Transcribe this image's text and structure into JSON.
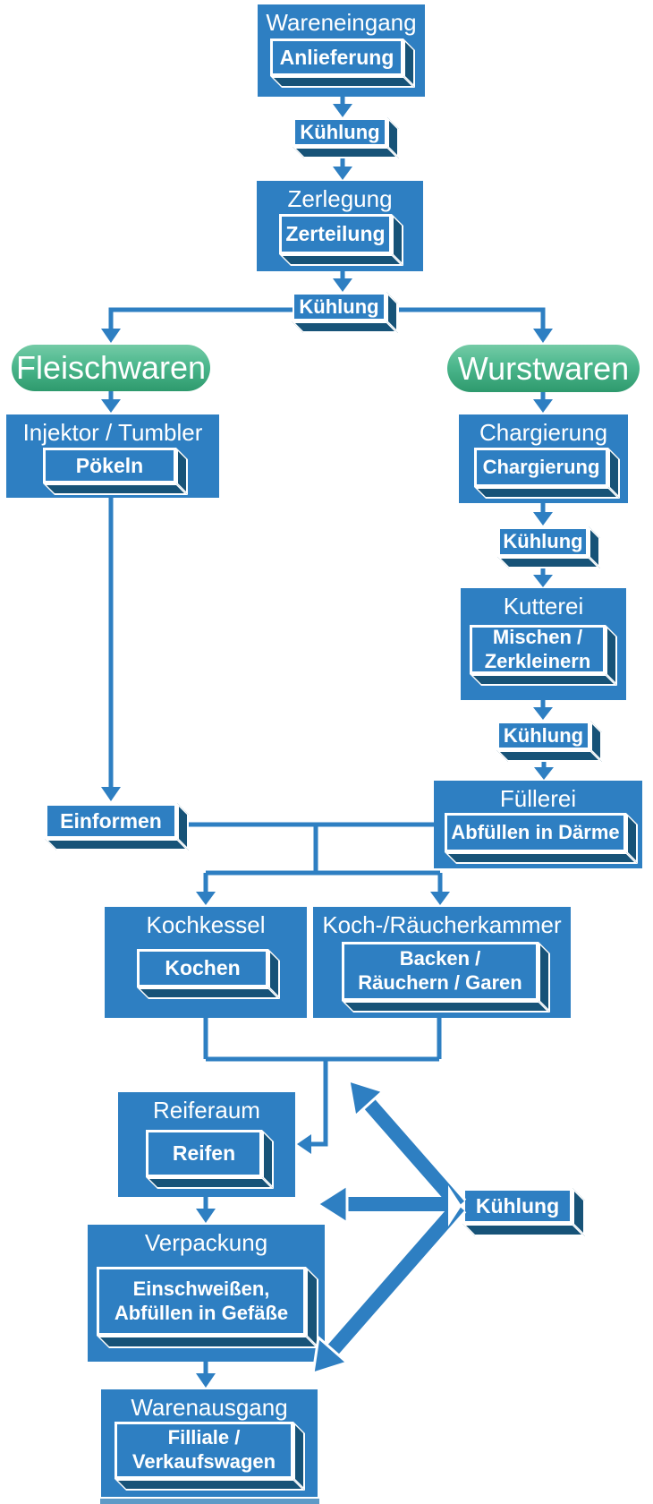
{
  "colors": {
    "box_blue": "#2e7fc2",
    "bevel_dark_blue": "#175378",
    "pill_green_top": "#74cba6",
    "pill_green_bottom": "#2e9a6d",
    "text": "#ffffff",
    "background": "#ffffff"
  },
  "nodes": {
    "wareneingang": {
      "title": "Wareneingang",
      "sub": "Anlieferung"
    },
    "kuehlung_1": {
      "label": "Kühlung"
    },
    "zerlegung": {
      "title": "Zerlegung",
      "sub": "Zerteilung"
    },
    "kuehlung_2": {
      "label": "Kühlung"
    },
    "fleischwaren": {
      "label": "Fleischwaren"
    },
    "wurstwaren": {
      "label": "Wurstwaren"
    },
    "injektor_tumbler": {
      "title": "Injektor / Tumbler",
      "sub": "Pökeln"
    },
    "chargierung": {
      "title": "Chargierung",
      "sub": "Chargierung"
    },
    "kuehlung_3": {
      "label": "Kühlung"
    },
    "kutterei": {
      "title": "Kutterei",
      "sub_line1": "Mischen /",
      "sub_line2": "Zerkleinern"
    },
    "kuehlung_4": {
      "label": "Kühlung"
    },
    "fuellerei": {
      "title": "Füllerei",
      "sub": "Abfüllen in Därme"
    },
    "einformen": {
      "label": "Einformen"
    },
    "kochkessel": {
      "title": "Kochkessel",
      "sub": "Kochen"
    },
    "koch_raeucherkammer": {
      "title": "Koch-/Räucherkammer",
      "sub_line1": "Backen /",
      "sub_line2": "Räuchern / Garen"
    },
    "reiferaum": {
      "title": "Reiferaum",
      "sub": "Reifen"
    },
    "kuehlung_5": {
      "label": "Kühlung"
    },
    "verpackung": {
      "title": "Verpackung",
      "sub_line1": "Einschweißen,",
      "sub_line2": "Abfüllen in Gefäße"
    },
    "warenausgang": {
      "title": "Warenausgang",
      "sub_line1": "Filliale /",
      "sub_line2": "Verkaufswagen"
    }
  },
  "edges": [
    "Wareneingang → Kühlung",
    "Kühlung → Zerlegung",
    "Zerlegung → Kühlung",
    "Kühlung → Fleischwaren",
    "Kühlung → Wurstwaren",
    "Fleischwaren → Injektor / Tumbler",
    "Wurstwaren → Chargierung",
    "Injektor / Tumbler → Einformen",
    "Chargierung → Kühlung",
    "Kühlung → Kutterei",
    "Kutterei → Kühlung",
    "Kühlung → Füllerei",
    "Einformen/Füllerei → Kochkessel",
    "Einformen/Füllerei → Koch-/Räucherkammer",
    "Kochkessel/Koch-/Räucherkammer → Reiferaum",
    "Reiferaum → Verpackung",
    "Verpackung → Warenausgang",
    "Kühlung ↔ Reiferaum / Verpackung / Warenausgang"
  ]
}
